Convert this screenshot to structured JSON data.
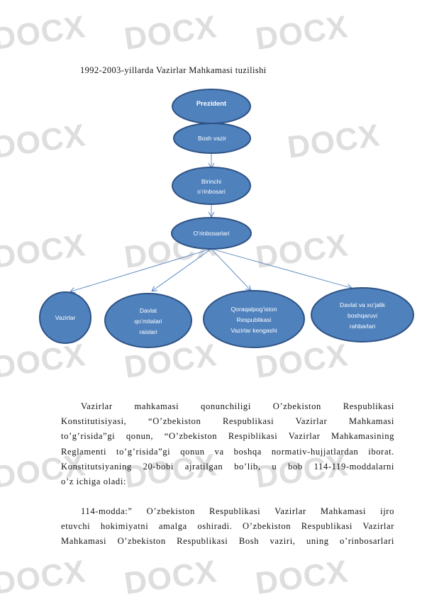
{
  "watermark": "DOCX",
  "title": "1992-2003-yillarda Vazirlar Mahkamasi tuzilishi",
  "org_chart": {
    "president": "Prezident",
    "prime_minister": "Bosh vazir",
    "first_deputy": [
      "Birinchi",
      "o’rinbosari"
    ],
    "deputies": "O’rinbosarlari",
    "branches": {
      "ministers": [
        "Vazirlar"
      ],
      "state_committees": [
        "Davlat",
        "qo’mitalari",
        "raislari"
      ],
      "karakalpakstan": [
        "Qoraqalpog’iston",
        "Respublikasi",
        "Vazirlar kengashi"
      ],
      "economic_bodies": [
        "Davlat va xo’jalik",
        "boshqaruvi",
        "rahbarlari"
      ]
    }
  },
  "paragraph1": [
    "Vazirlar mahkamasi qonunchiligi O’zbekiston Respublikasi",
    "Konstitutisiyasi, “O’zbekiston Respublikasi Vazirlar Mahkamasi",
    "to’g’risida”gi qonun, “O’zbekiston Respiblikasi Vazirlar Mahkamasining",
    "Reglamenti to’g’risida”gi qonun va boshqa normativ-hujjatlardan iborat.",
    "Konstitutsiyaning 20-bobi ajratilgan bo’lib, u bob 114-119-moddalarni",
    "o’z ichiga oladi:"
  ],
  "paragraph2": [
    "114-modda:” O’zbekiston Respublikasi Vazirlar Mahkamasi ijro",
    "etuvchi hokimiyatni amalga oshiradi. O’zbekiston Respublikasi Vazirlar",
    "Mahkamasi O’zbekiston Respublikasi Bosh vaziri, uning o’rinbosarlari"
  ]
}
